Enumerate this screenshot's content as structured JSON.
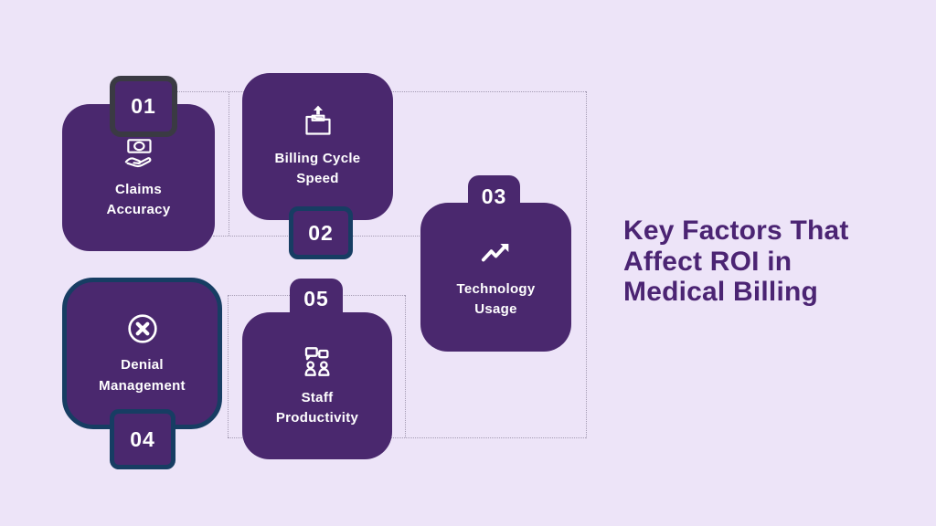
{
  "title": {
    "line1": "Key Factors That",
    "line2": "Affect ROI in",
    "line3": "Medical Billing"
  },
  "cards": [
    {
      "number": "01",
      "label_line1": "Claims",
      "label_line2": "Accuracy",
      "icon": "money-in-hand-icon",
      "badge_position": "top"
    },
    {
      "number": "02",
      "label_line1": "Billing Cycle",
      "label_line2": "Speed",
      "icon": "folder-upload-icon",
      "badge_position": "bottom"
    },
    {
      "number": "03",
      "label_line1": "Technology",
      "label_line2": "Usage",
      "icon": "trend-up-icon",
      "badge_position": "top"
    },
    {
      "number": "04",
      "label_line1": "Denial",
      "label_line2": "Management",
      "icon": "circle-x-icon",
      "badge_position": "bottom"
    },
    {
      "number": "05",
      "label_line1": "Staff",
      "label_line2": "Productivity",
      "icon": "team-chat-icon",
      "badge_position": "top"
    }
  ],
  "colors": {
    "background": "#ede4f8",
    "card_fill": "#4a286e",
    "card_text": "#ffffff",
    "title_text": "#4b2473",
    "badge_border_charcoal": "#3a3a43",
    "badge_border_navy": "#173d63",
    "connector_line": "#a49bb3"
  }
}
